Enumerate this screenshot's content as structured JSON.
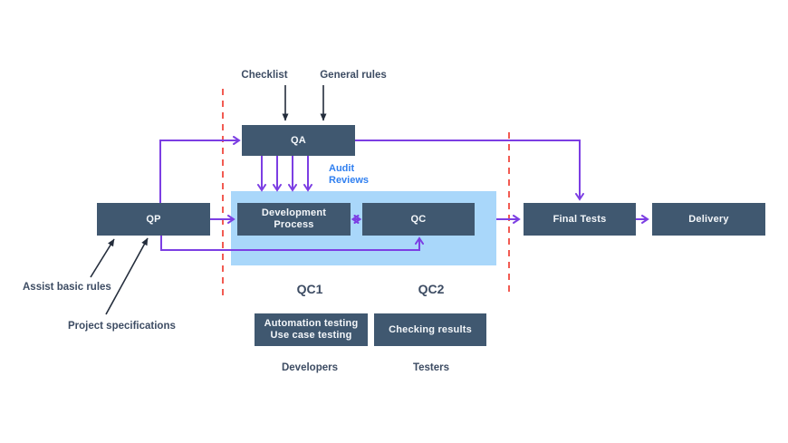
{
  "diagram": {
    "nodes": {
      "qa": "QA",
      "qp": "QP",
      "development_process": "Development Process",
      "qc": "QC",
      "final_tests": "Final Tests",
      "delivery": "Delivery",
      "automation_lines": [
        "Automation testing",
        "Use case testing"
      ],
      "checking_results": "Checking results"
    },
    "annotations": {
      "checklist": "Checklist",
      "general_rules": "General rules",
      "audit_reviews": "Audit Reviews",
      "assist_basic_rules": "Assist basic rules",
      "project_specifications": "Project specifications",
      "qc1": "QC1",
      "qc2": "QC2",
      "developers": "Developers",
      "testers": "Testers"
    },
    "colors": {
      "node_fill": "#405870",
      "node_text": "#f4f7fa",
      "phase_container_fill": "#a9d7fa",
      "connector_purple": "#7c3ee3",
      "annotation_arrow_black": "#242d3c",
      "divider_red": "#f25b52",
      "label_text": "#3d4c63",
      "audit_reviews_text": "#2f7ff0",
      "background": "#ffffff"
    }
  }
}
